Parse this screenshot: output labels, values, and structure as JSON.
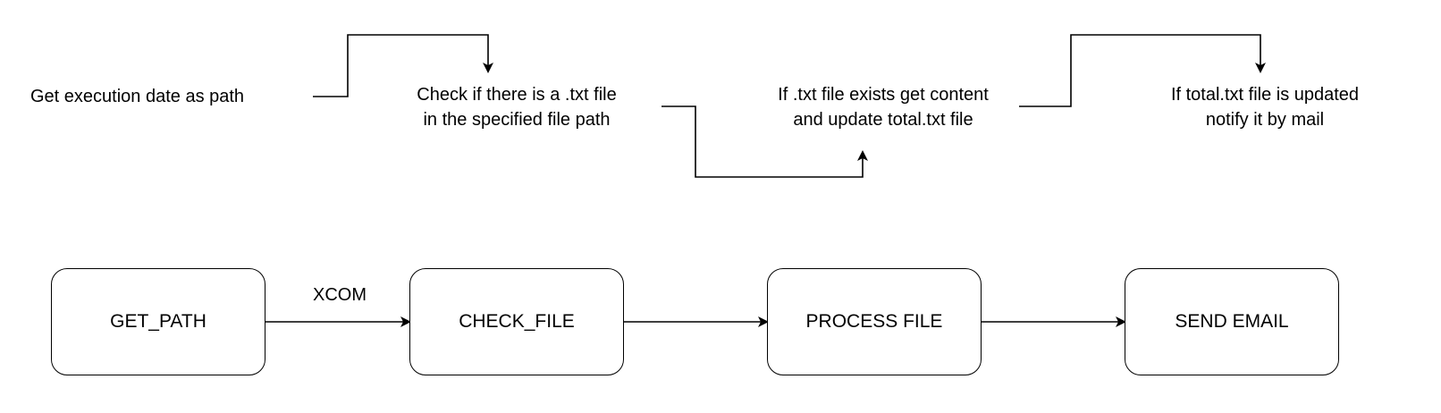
{
  "diagram": {
    "top_notes": [
      {
        "id": "get-path-note",
        "lines": [
          "Get execution date as path"
        ]
      },
      {
        "id": "check-file-note",
        "lines": [
          "Check if there is a .txt file",
          "in the specified file path"
        ]
      },
      {
        "id": "process-file-note",
        "lines": [
          "If .txt file exists get content",
          "and update total.txt file"
        ]
      },
      {
        "id": "send-email-note",
        "lines": [
          "If total.txt file is updated",
          "notify it by mail"
        ]
      }
    ],
    "nodes": [
      {
        "id": "get-path",
        "label": "GET_PATH"
      },
      {
        "id": "check-file",
        "label": "CHECK_FILE"
      },
      {
        "id": "process-file",
        "label": "PROCESS FILE"
      },
      {
        "id": "send-email",
        "label": "SEND EMAIL"
      }
    ],
    "edge_label": "XCOM"
  }
}
